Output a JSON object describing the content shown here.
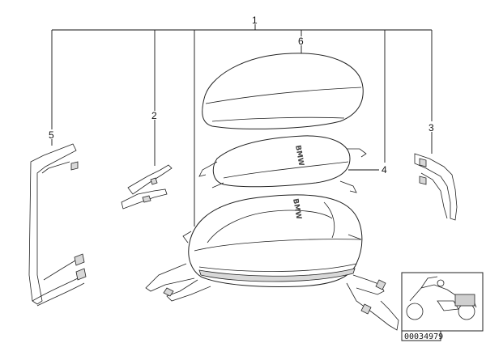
{
  "diagram": {
    "callouts": {
      "c1": "1",
      "c2": "2",
      "c3": "3",
      "c4": "4",
      "c5": "5",
      "c6": "6"
    },
    "brand_text": "BMW",
    "drawing_code": "00034979"
  }
}
